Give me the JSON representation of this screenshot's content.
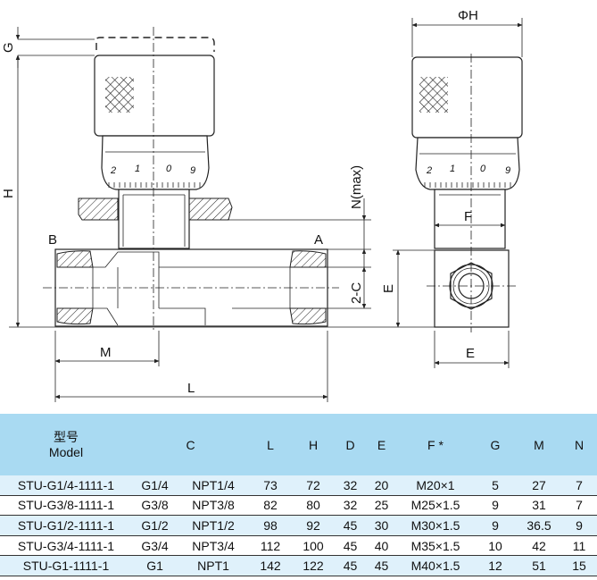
{
  "drawing": {
    "dim_G": "G",
    "dim_H": "H",
    "dim_M": "M",
    "dim_L": "L",
    "dim_N": "N(max)",
    "dim_2C": "2-C",
    "dim_E_vertical": "E",
    "dim_E_horizontal": "E",
    "dim_F": "F",
    "dim_PhiH": "ΦH",
    "port_A": "A",
    "port_B": "B",
    "scale_front": [
      "2",
      "1",
      "0",
      "9"
    ],
    "scale_side": [
      "2",
      "1",
      "0",
      "9"
    ]
  },
  "table": {
    "headers": {
      "model_cn": "型号",
      "model_en": "Model",
      "c": "C",
      "l": "L",
      "h": "H",
      "d": "D",
      "e": "E",
      "f": "F *",
      "g": "G",
      "m": "M",
      "n": "N"
    },
    "rows": [
      {
        "model": "STU-G1/4-1111-1",
        "c1": "G1/4",
        "c2": "NPT1/4",
        "l": "73",
        "h": "72",
        "d": "32",
        "e": "20",
        "f": "M20×1",
        "g": "5",
        "m": "27",
        "n": "7"
      },
      {
        "model": "STU-G3/8-1111-1",
        "c1": "G3/8",
        "c2": "NPT3/8",
        "l": "82",
        "h": "80",
        "d": "32",
        "e": "25",
        "f": "M25×1.5",
        "g": "9",
        "m": "31",
        "n": "7"
      },
      {
        "model": "STU-G1/2-1111-1",
        "c1": "G1/2",
        "c2": "NPT1/2",
        "l": "98",
        "h": "92",
        "d": "45",
        "e": "30",
        "f": "M30×1.5",
        "g": "9",
        "m": "36.5",
        "n": "9"
      },
      {
        "model": "STU-G3/4-1111-1",
        "c1": "G3/4",
        "c2": "NPT3/4",
        "l": "112",
        "h": "100",
        "d": "45",
        "e": "40",
        "f": "M35×1.5",
        "g": "10",
        "m": "42",
        "n": "11"
      },
      {
        "model": "STU-G1-1111-1",
        "c1": "G1",
        "c2": "NPT1",
        "l": "142",
        "h": "122",
        "d": "45",
        "e": "45",
        "f": "M40×1.5",
        "g": "12",
        "m": "51",
        "n": "15"
      }
    ]
  }
}
